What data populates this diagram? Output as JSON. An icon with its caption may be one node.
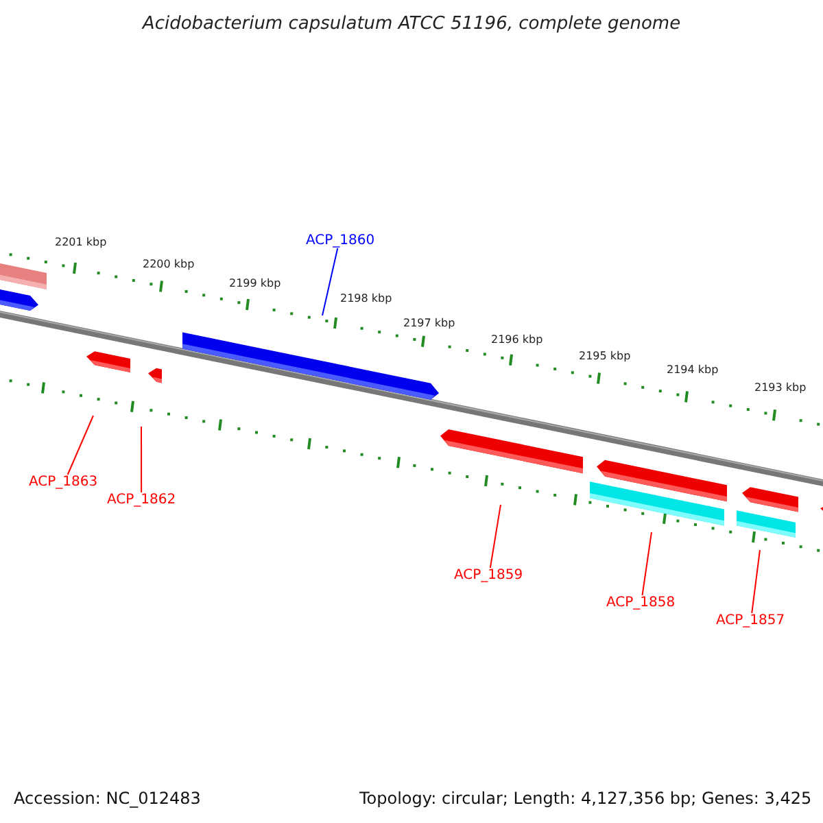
{
  "diagram": {
    "title": "Acidobacterium capsulatum ATCC 51196, complete genome",
    "nodes": [
      {
        "text": [
          "ACP_1860"
        ]
      },
      {
        "text": [
          "ACP_1863"
        ]
      },
      {
        "text": [
          "ACP_1862"
        ]
      },
      {
        "text": [
          "ACP_1859"
        ]
      },
      {
        "text": [
          "ACP_1858"
        ]
      },
      {
        "text": [
          "ACP_1857"
        ]
      }
    ],
    "edges": [
      {
        "from": 0,
        "to": null,
        "arrow": "none",
        "color": "#0000ff"
      },
      {
        "from": 1,
        "to": null,
        "arrow": "none"
      },
      {
        "from": 2,
        "to": null,
        "arrow": "none"
      },
      {
        "from": 3,
        "to": null,
        "arrow": "none"
      },
      {
        "from": 4,
        "to": null,
        "arrow": "none"
      },
      {
        "from": 5,
        "to": null,
        "arrow": "none"
      }
    ],
    "labels": [
      "2201 kbp",
      "2200 kbp",
      "2199 kbp",
      "2198 kbp",
      "2197 kbp",
      "2196 kbp",
      "2195 kbp",
      "2194 kbp",
      "2193 kbp",
      "Accession: NC_012483",
      "Topology: circular; Length: 4,127,356 bp; Genes: 3,425"
    ]
  }
}
